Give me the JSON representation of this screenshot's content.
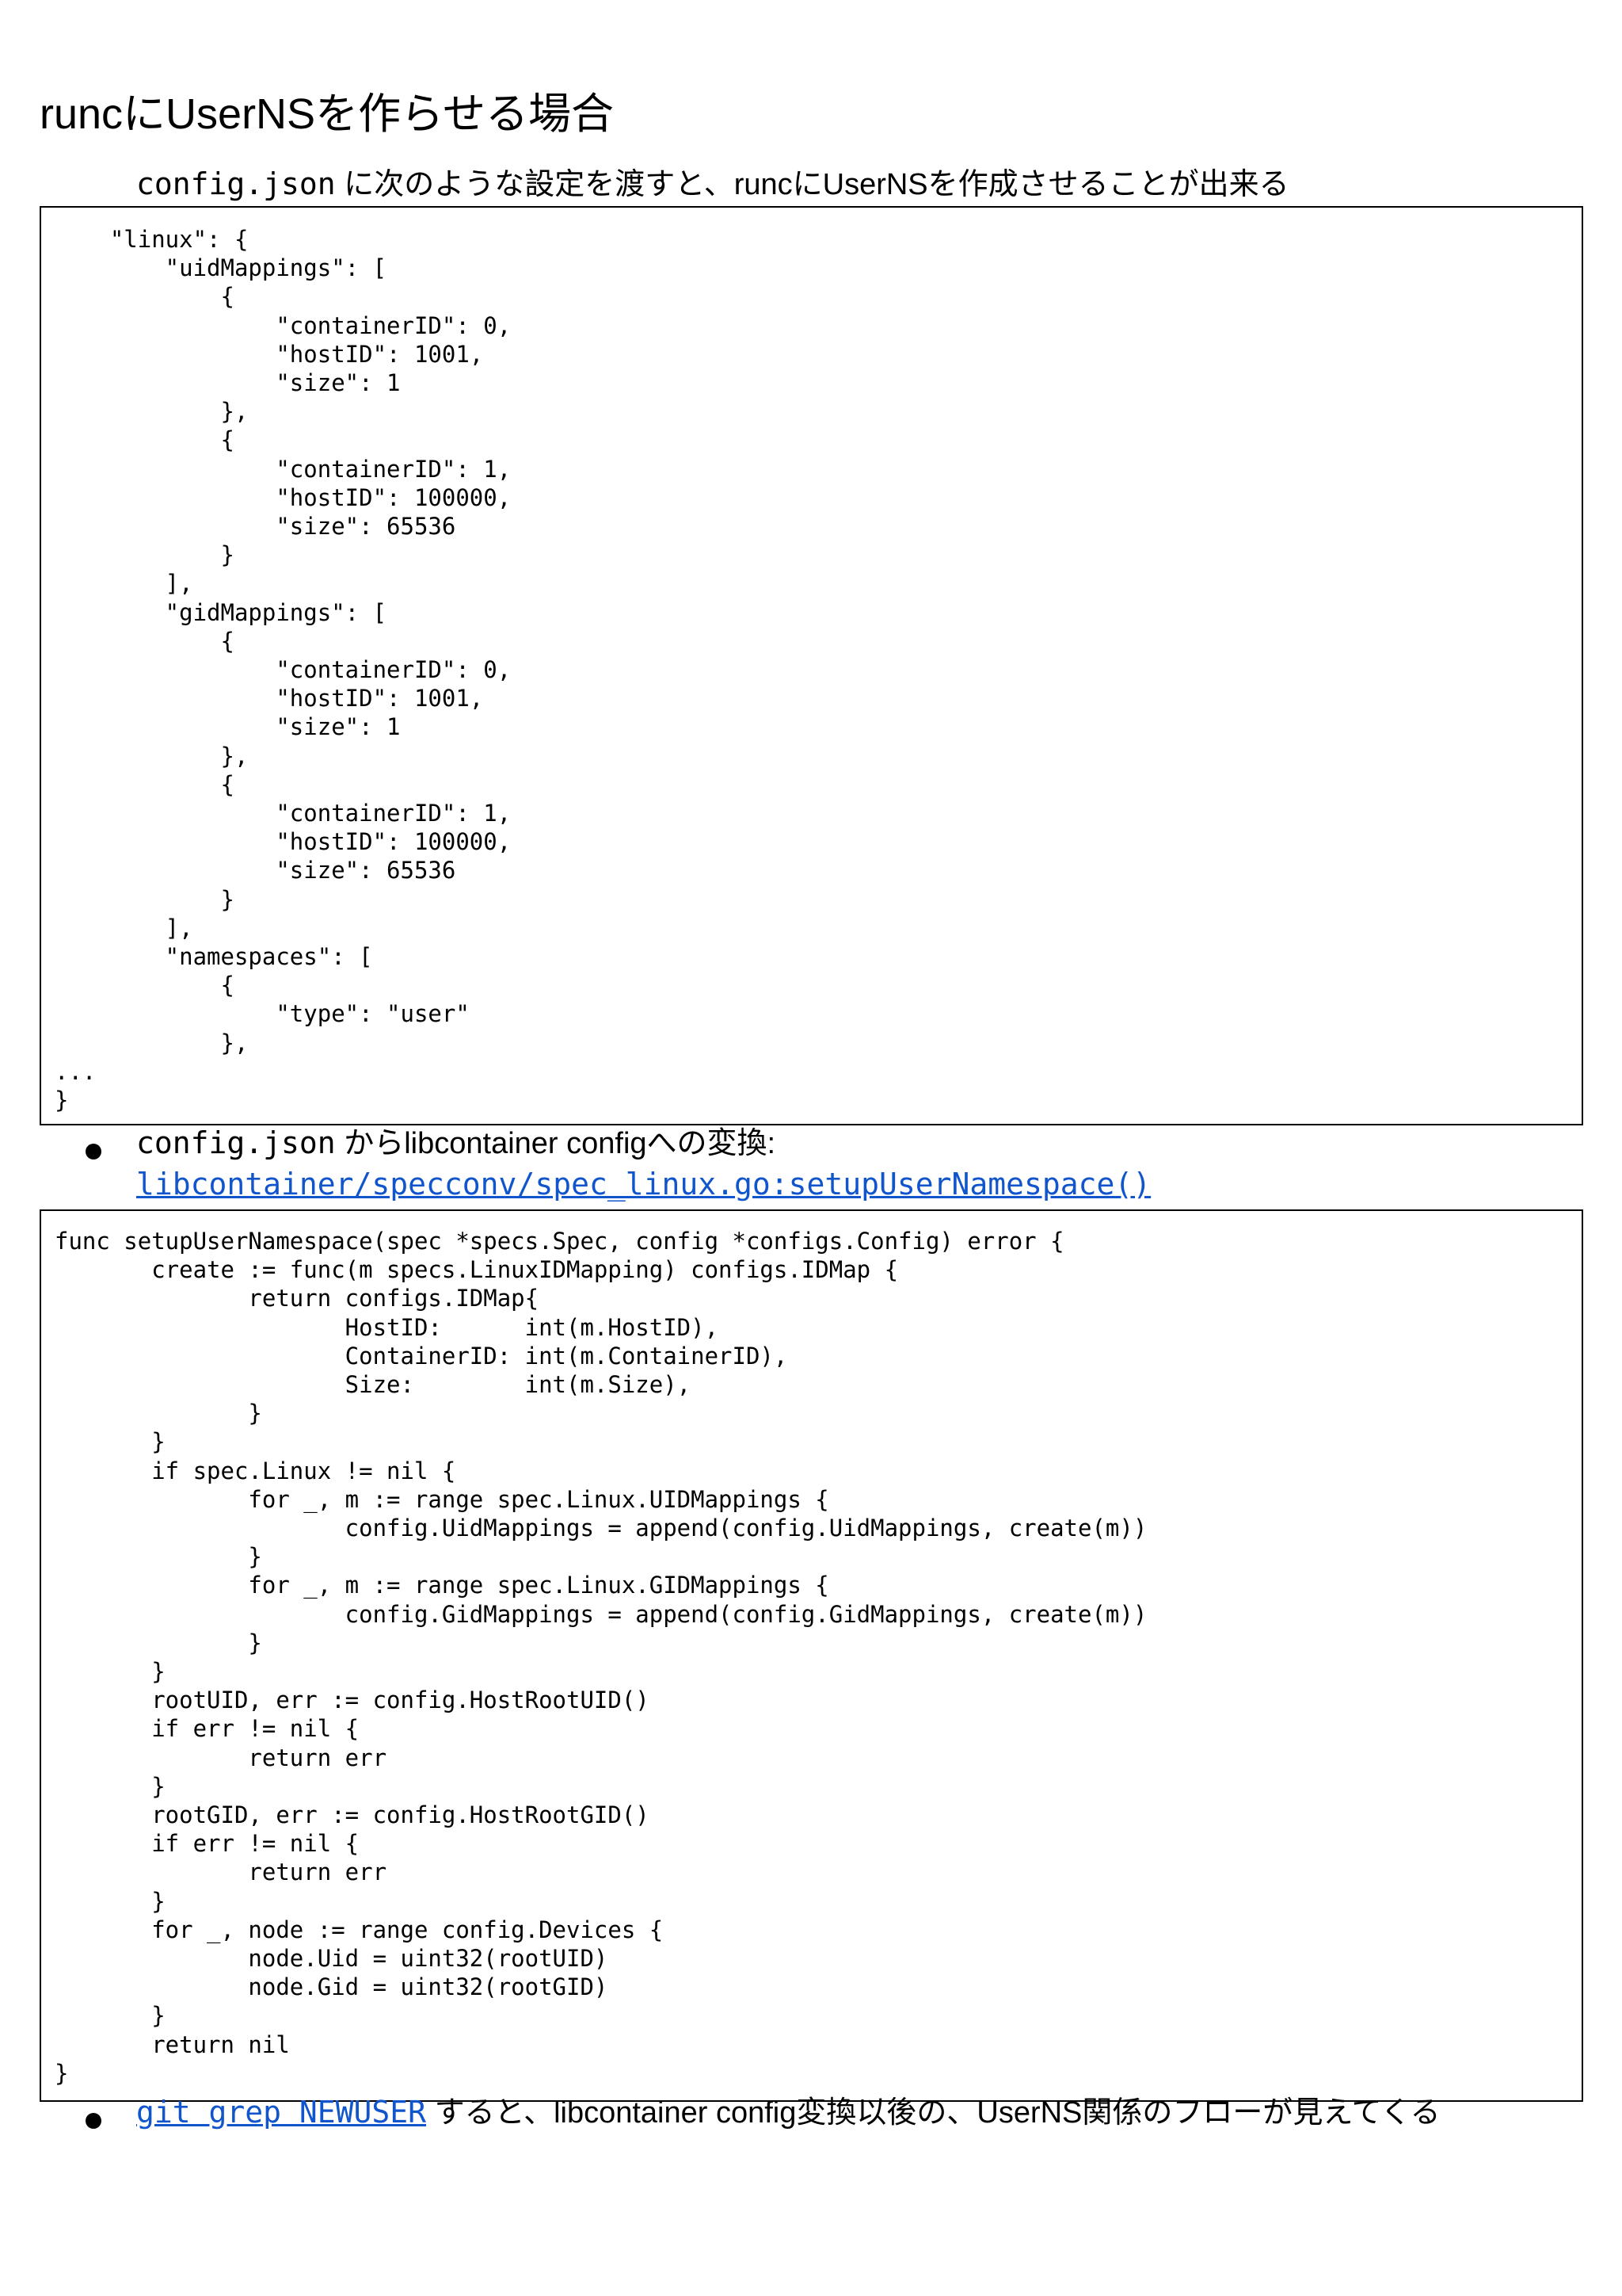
{
  "title": "runcにUserNSを作らせる場合",
  "intro": {
    "code": "config.json",
    "text": " に次のような設定を渡すと、runcにUserNSを作成させることが出来る"
  },
  "config_json_code": "    \"linux\": {\n        \"uidMappings\": [\n            {\n                \"containerID\": 0,\n                \"hostID\": 1001,\n                \"size\": 1\n            },\n            {\n                \"containerID\": 1,\n                \"hostID\": 100000,\n                \"size\": 65536\n            }\n        ],\n        \"gidMappings\": [\n            {\n                \"containerID\": 0,\n                \"hostID\": 1001,\n                \"size\": 1\n            },\n            {\n                \"containerID\": 1,\n                \"hostID\": 100000,\n                \"size\": 65536\n            }\n        ],\n        \"namespaces\": [\n            {\n                \"type\": \"user\"\n            },\n...\n}",
  "bullet1": {
    "code": "config.json",
    "text": " からlibcontainer configへの変換:",
    "link": "libcontainer/specconv/spec_linux.go:setupUserNamespace()"
  },
  "go_code": "func setupUserNamespace(spec *specs.Spec, config *configs.Config) error {\n       create := func(m specs.LinuxIDMapping) configs.IDMap {\n              return configs.IDMap{\n                     HostID:      int(m.HostID),\n                     ContainerID: int(m.ContainerID),\n                     Size:        int(m.Size),\n              }\n       }\n       if spec.Linux != nil {\n              for _, m := range spec.Linux.UIDMappings {\n                     config.UidMappings = append(config.UidMappings, create(m))\n              }\n              for _, m := range spec.Linux.GIDMappings {\n                     config.GidMappings = append(config.GidMappings, create(m))\n              }\n       }\n       rootUID, err := config.HostRootUID()\n       if err != nil {\n              return err\n       }\n       rootGID, err := config.HostRootGID()\n       if err != nil {\n              return err\n       }\n       for _, node := range config.Devices {\n              node.Uid = uint32(rootUID)\n              node.Gid = uint32(rootGID)\n       }\n       return nil\n}",
  "bullet2": {
    "link": "git grep NEWUSER",
    "text": " すると、libcontainer config変換以後の、UserNS関係のフローが見えてくる"
  }
}
